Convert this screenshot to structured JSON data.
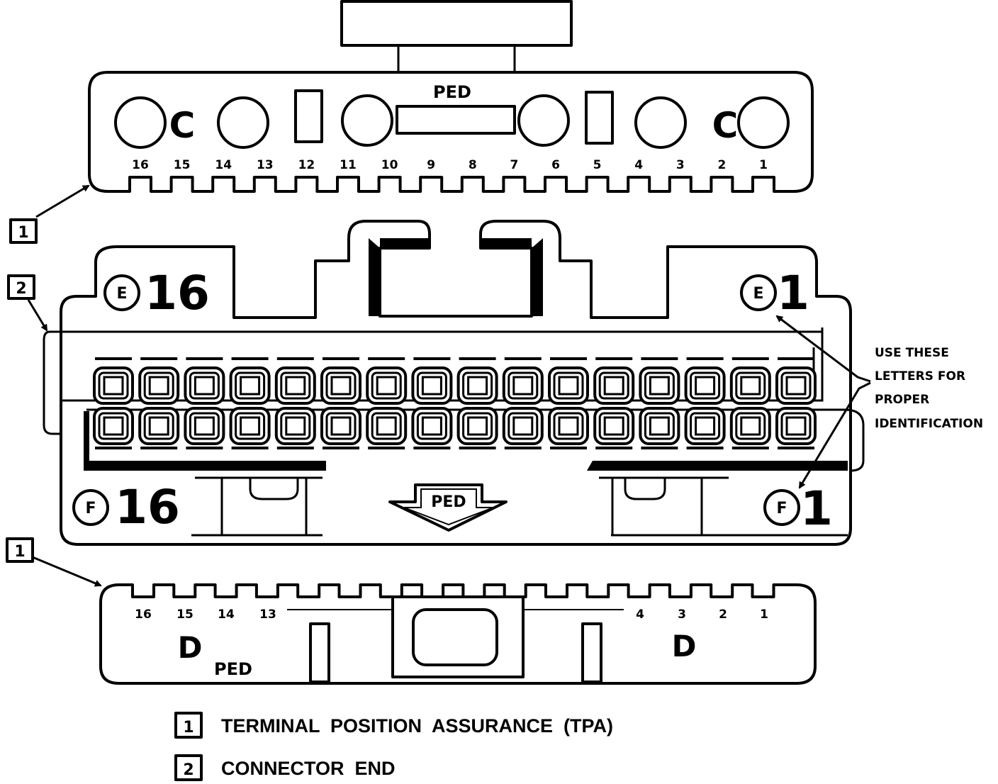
{
  "top_tpa": {
    "label": "PED",
    "c_left": "C",
    "c_right": "C",
    "pin_numbers": [
      "16",
      "15",
      "14",
      "13",
      "12",
      "11",
      "10",
      "9",
      "8",
      "7",
      "6",
      "5",
      "4",
      "3",
      "2",
      "1"
    ]
  },
  "connector": {
    "e_top_left_letter": "E",
    "e_top_left_number": "16",
    "e_top_right_letter": "E",
    "e_top_right_number": "1",
    "f_bottom_left_letter": "F",
    "f_bottom_left_number": "16",
    "f_bottom_right_letter": "F",
    "f_bottom_right_number": "1",
    "arrow_label": "PED",
    "note_lines": [
      "USE THESE",
      "LETTERS FOR",
      "PROPER",
      "IDENTIFICATION"
    ]
  },
  "bottom_tpa": {
    "pins_left": [
      "16",
      "15",
      "14",
      "13"
    ],
    "pins_right": [
      "4",
      "3",
      "2",
      "1"
    ],
    "d_left": "D",
    "d_left_sub": "PED",
    "d_right": "D"
  },
  "callouts": {
    "top": "1",
    "connector": "2",
    "bottom": "1"
  },
  "legend": [
    {
      "num": "1",
      "text": "TERMINAL  POSITION  ASSURANCE  (TPA)"
    },
    {
      "num": "2",
      "text": "CONNECTOR  END"
    }
  ]
}
